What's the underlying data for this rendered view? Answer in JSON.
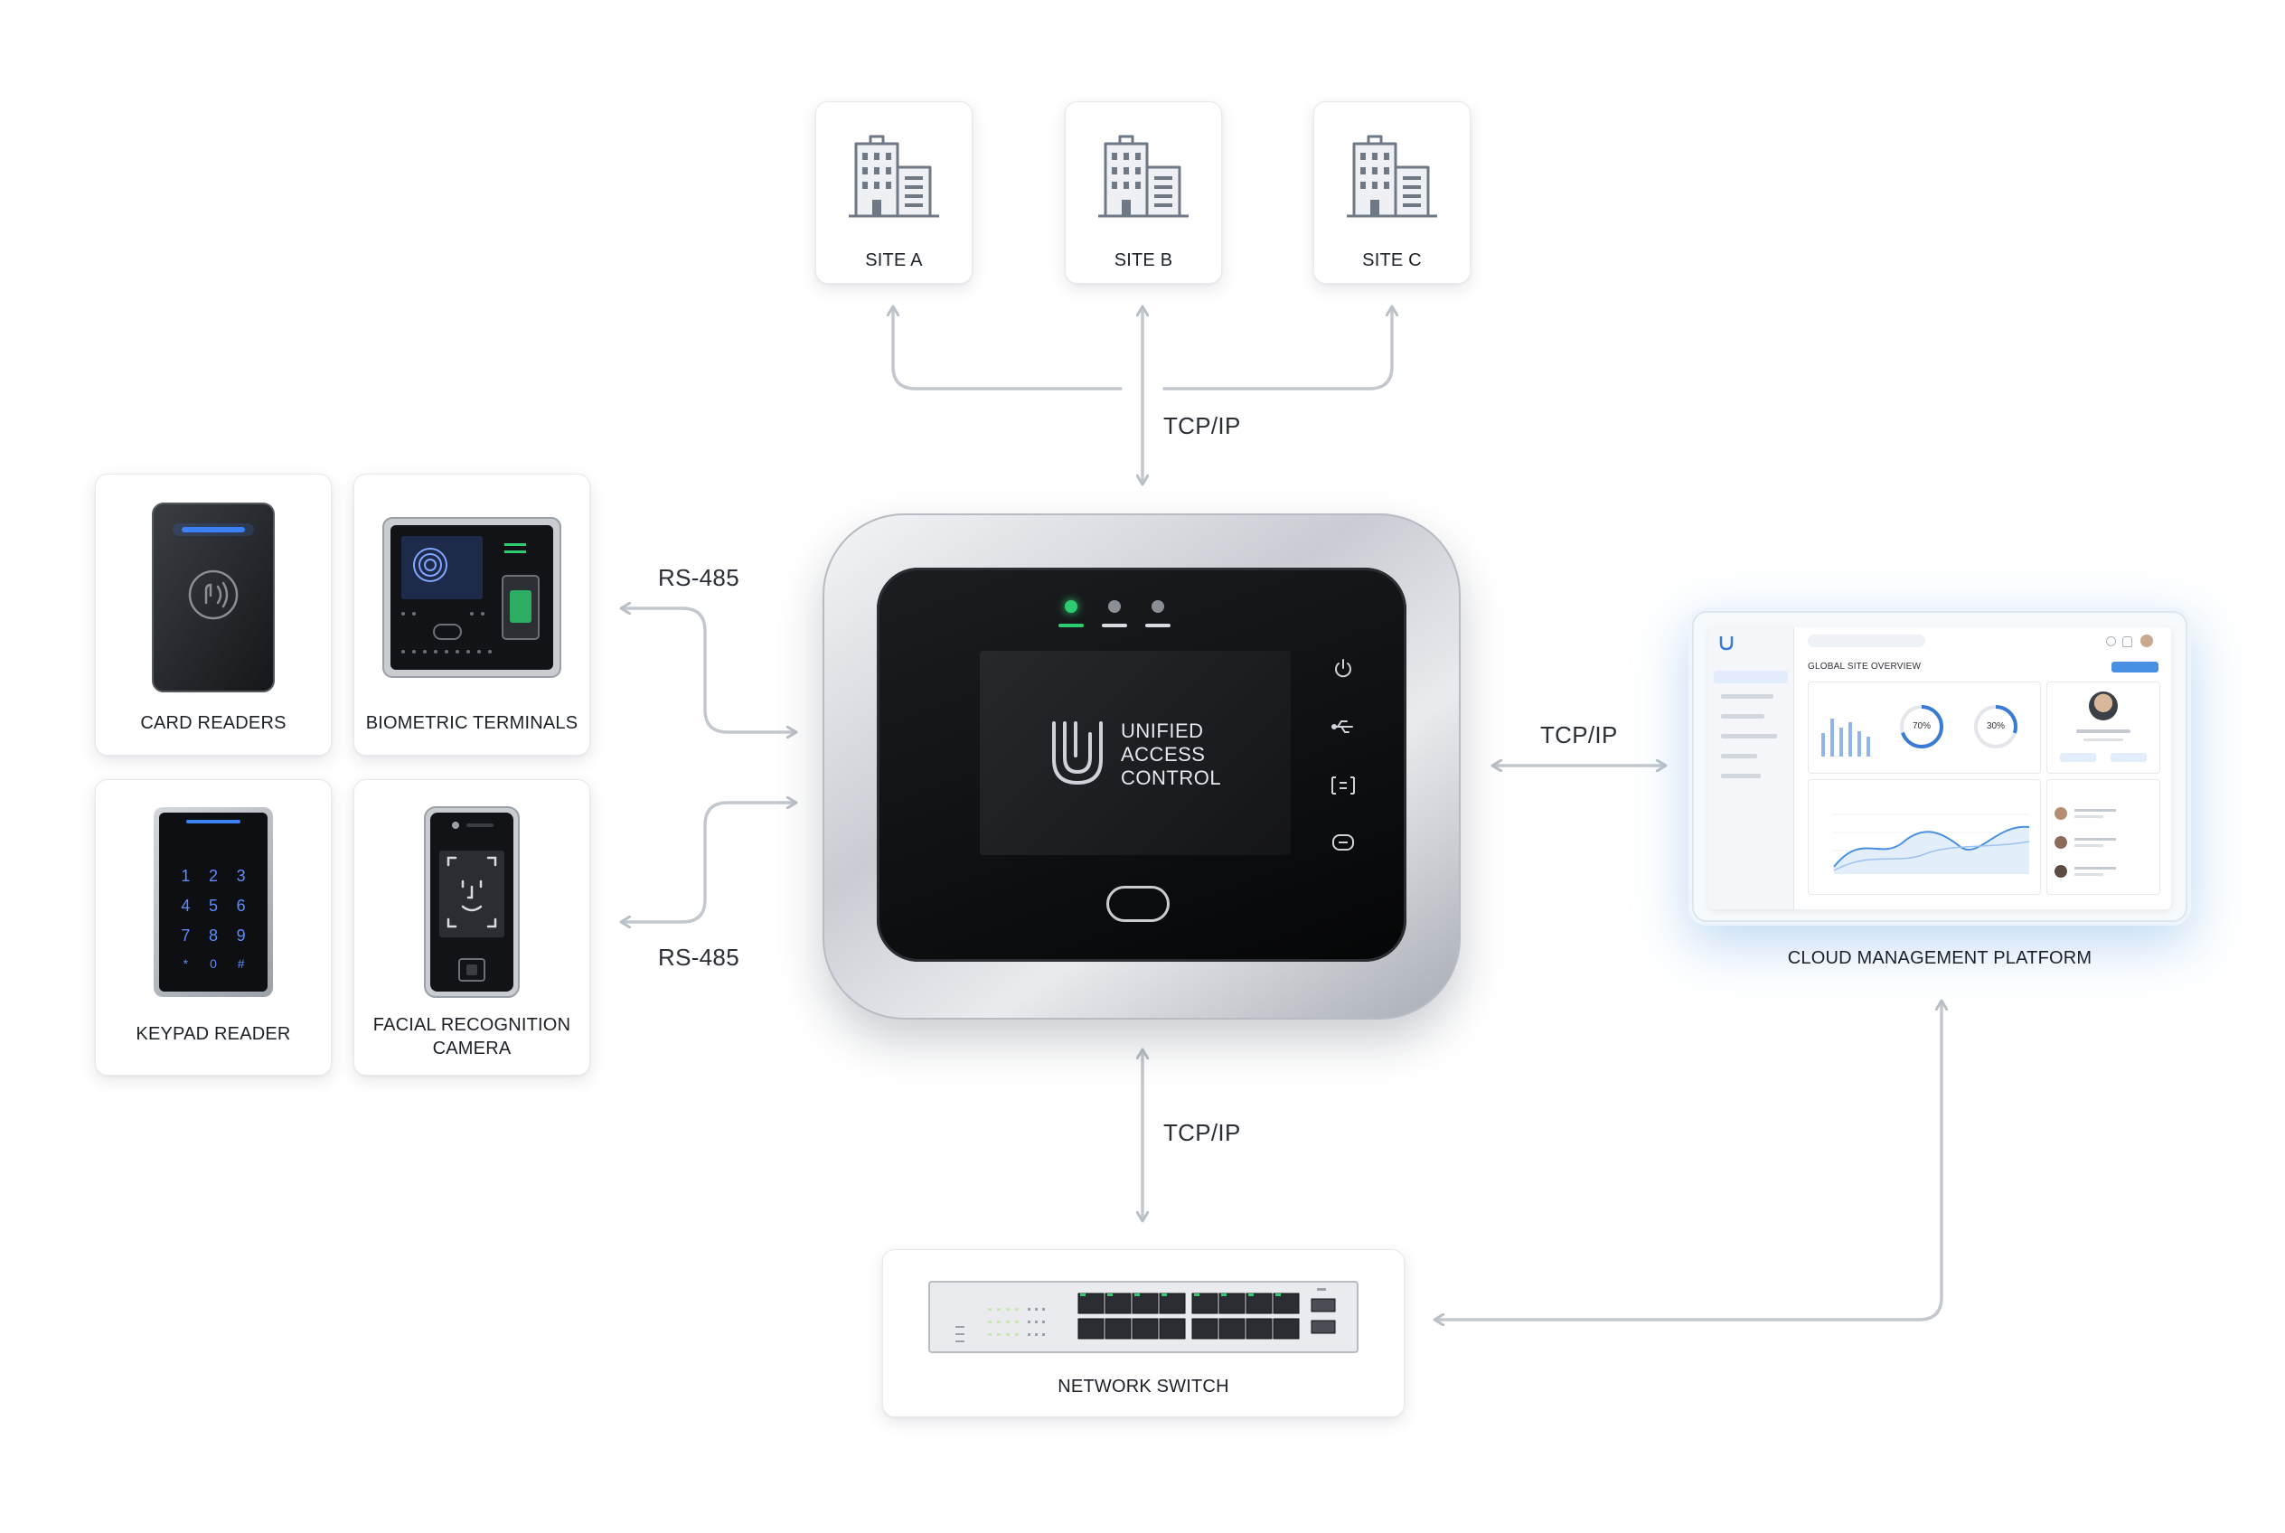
{
  "sites": [
    {
      "label": "SITE A",
      "icon": "building-icon"
    },
    {
      "label": "SITE B",
      "icon": "building-icon"
    },
    {
      "label": "SITE C",
      "icon": "building-icon"
    }
  ],
  "devices": [
    {
      "label": "CARD READERS",
      "icon": "card-reader-icon"
    },
    {
      "label": "BIOMETRIC TERMINALS",
      "icon": "biometric-terminal-icon"
    },
    {
      "label": "KEYPAD READER",
      "icon": "keypad-reader-icon"
    },
    {
      "label": "FACIAL RECOGNITION CAMERA",
      "icon": "face-camera-icon"
    }
  ],
  "keypad_keys": [
    "1",
    "2",
    "3",
    "4",
    "5",
    "6",
    "7",
    "8",
    "9",
    "*",
    "0",
    "#"
  ],
  "controller": {
    "brand_line1": "UNIFIED",
    "brand_line2": "ACCESS",
    "brand_line3": "CONTROL",
    "icons": [
      "power-icon",
      "usb-icon",
      "display-port-icon",
      "network-port-icon"
    ]
  },
  "connections": {
    "sites_link": "TCP/IP",
    "rs485_top": "RS-485",
    "rs485_bottom": "RS-485",
    "cloud_link": "TCP/IP",
    "switch_link": "TCP/IP"
  },
  "cloud": {
    "label": "CLOUD MANAGEMENT PLATFORM",
    "dashboard_title": "GLOBAL SITE OVERVIEW",
    "gauge1": "70%",
    "gauge2": "30%"
  },
  "switch": {
    "label": "NETWORK SWITCH"
  },
  "colors": {
    "line": "#c3c8cf",
    "accent_blue": "#3a7bd5",
    "led_green": "#2ecc71",
    "text": "#1c2128"
  }
}
